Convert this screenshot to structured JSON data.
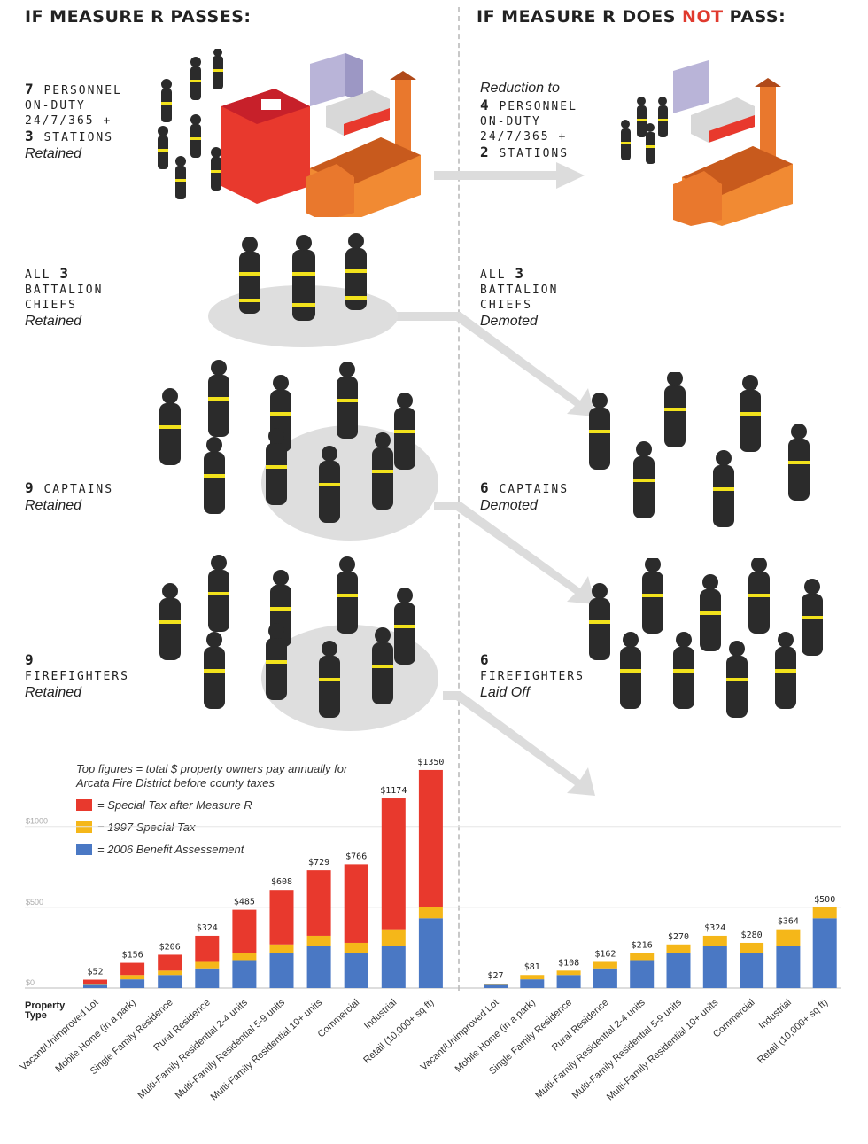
{
  "headers": {
    "left_prefix": "IF MEASURE R PASSES:",
    "right_prefix": "IF MEASURE R DOES ",
    "right_neg": "NOT",
    "right_suffix": " PASS:"
  },
  "rows": {
    "personnel_left": {
      "line1_num": "7",
      "line1": "PERSONNEL",
      "line2": "ON-DUTY",
      "line3": "24/7/365 +",
      "line4_num": "3",
      "line4": "STATIONS",
      "status": "Retained"
    },
    "personnel_right": {
      "intro": "Reduction to",
      "line1_num": "4",
      "line1": "PERSONNEL",
      "line2": "ON-DUTY",
      "line3": "24/7/365 +",
      "line4_num": "2",
      "line4": "STATIONS"
    },
    "chiefs_left": {
      "prefix": "ALL",
      "num": "3",
      "line2": "BATTALION",
      "line3": "CHIEFS",
      "status": "Retained"
    },
    "chiefs_right": {
      "prefix": "ALL",
      "num": "3",
      "line2": "BATTALION",
      "line3": "CHIEFS",
      "status": "Demoted"
    },
    "captains_left": {
      "num": "9",
      "label": "CAPTAINS",
      "status": "Retained"
    },
    "captains_right": {
      "num": "6",
      "label": "CAPTAINS",
      "status": "Demoted"
    },
    "firefighters_left": {
      "num": "9",
      "label": "FIREFIGHTERS",
      "status": "Retained"
    },
    "firefighters_right": {
      "num": "6",
      "label": "FIREFIGHTERS",
      "status": "Laid Off"
    }
  },
  "legend": {
    "note": "Top figures = total $ property owners pay annually for Arcata Fire District before county taxes",
    "items": [
      {
        "label": "= Special Tax after Measure R",
        "color": "#e8392d"
      },
      {
        "label": "= 1997 Special Tax",
        "color": "#f5b719"
      },
      {
        "label": "= 2006 Benefit Assessement",
        "color": "#4a78c4"
      }
    ]
  },
  "property_type_label": "Property Type",
  "colors": {
    "red": "#e8392d",
    "yellow": "#f5b719",
    "blue": "#4a78c4",
    "gray_arrow": "#dcdcdc",
    "firefighter": "#2b2b2b",
    "stripe": "#f2e21c"
  },
  "chart_data": [
    {
      "type": "bar",
      "stacked": true,
      "ylim": [
        0,
        1350
      ],
      "y_ticks": [
        {
          "value": 0,
          "label": "$0"
        },
        {
          "value": 500,
          "label": "$500"
        },
        {
          "value": 1000,
          "label": "$1000"
        }
      ],
      "categories": [
        "Vacant/Unimproved Lot",
        "Mobile Home (in a park)",
        "Single Family Residence",
        "Rural Residence",
        "Multi-Family Residential 2-4 units",
        "Multi-Family Residential 5-9 units",
        "Multi-Family Residential 10+ units",
        "Commercial",
        "Industrial",
        "Retail (10,000+ sq ft)"
      ],
      "totals": [
        "$52",
        "$156",
        "$206",
        "$324",
        "$485",
        "$608",
        "$729",
        "$766",
        "$1174",
        "$1350"
      ],
      "series": [
        {
          "name": "= 2006 Benefit Assessement",
          "values": [
            20,
            54,
            81,
            122,
            173,
            216,
            259,
            216,
            259,
            432
          ]
        },
        {
          "name": "= 1997 Special Tax",
          "values": [
            7,
            27,
            27,
            40,
            43,
            54,
            65,
            64,
            105,
            68
          ]
        },
        {
          "name": "= Special Tax after Measure R",
          "values": [
            25,
            75,
            98,
            162,
            269,
            338,
            405,
            486,
            810,
            850
          ]
        }
      ]
    },
    {
      "type": "bar",
      "stacked": true,
      "ylim": [
        0,
        1350
      ],
      "categories": [
        "Vacant/Unimproved Lot",
        "Mobile Home (in a park)",
        "Single Family Residence",
        "Rural Residence",
        "Multi-Family Residential 2-4 units",
        "Multi-Family Residential 5-9 units",
        "Multi-Family Residential 10+ units",
        "Commercial",
        "Industrial",
        "Retail (10,000+ sq ft)"
      ],
      "totals": [
        "$27",
        "$81",
        "$108",
        "$162",
        "$216",
        "$270",
        "$324",
        "$280",
        "$364",
        "$500"
      ],
      "series": [
        {
          "name": "= 2006 Benefit Assessement",
          "values": [
            20,
            54,
            81,
            122,
            173,
            216,
            259,
            216,
            259,
            432
          ]
        },
        {
          "name": "= 1997 Special Tax",
          "values": [
            7,
            27,
            27,
            40,
            43,
            54,
            65,
            64,
            105,
            68
          ]
        }
      ]
    }
  ]
}
